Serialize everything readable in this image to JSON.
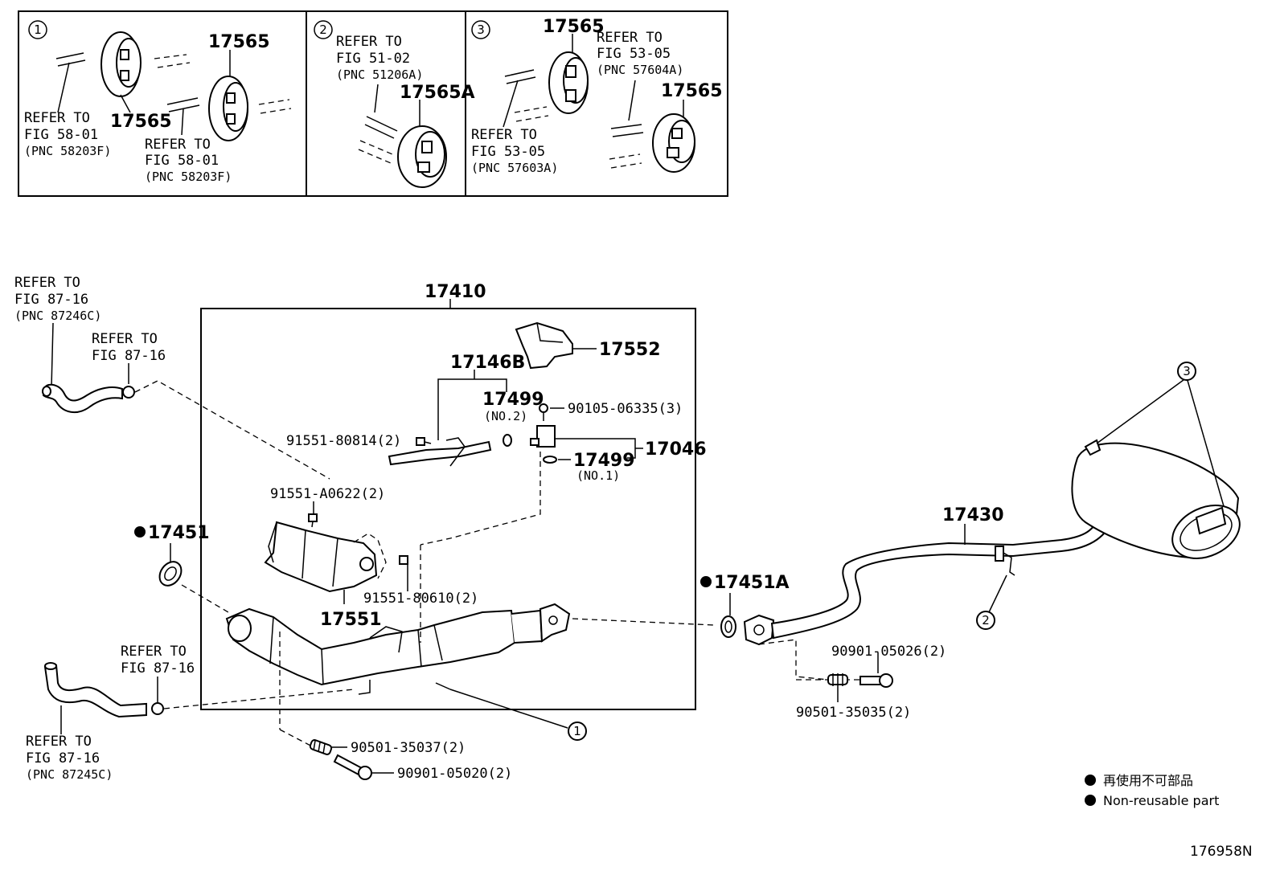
{
  "diagram_id": "176958N",
  "legend": {
    "jp": "再使用不可部品",
    "en": "Non-reusable part"
  },
  "insets": [
    {
      "num": "1",
      "part_a": "17565",
      "part_b": "17565",
      "ref_a": {
        "l1": "REFER TO",
        "l2": "FIG 58-01",
        "l3": "(PNC 58203F)"
      },
      "ref_b": {
        "l1": "REFER TO",
        "l2": "FIG 58-01",
        "l3": "(PNC 58203F)"
      }
    },
    {
      "num": "2",
      "part_a": "17565A",
      "ref_a": {
        "l1": "REFER TO",
        "l2": "FIG 51-02",
        "l3": "(PNC 51206A)"
      }
    },
    {
      "num": "3",
      "part_a": "17565",
      "part_b": "17565",
      "ref_a": {
        "l1": "REFER TO",
        "l2": "FIG 53-05",
        "l3": "(PNC 57604A)"
      },
      "ref_b": {
        "l1": "REFER TO",
        "l2": "FIG 53-05",
        "l3": "(PNC 57603A)"
      }
    }
  ],
  "refs": {
    "top_left_a": {
      "l1": "REFER TO",
      "l2": "FIG 87-16",
      "l3": "(PNC 87246C)"
    },
    "top_left_b": {
      "l1": "REFER TO",
      "l2": "FIG 87-16"
    },
    "bottom_left_a": {
      "l1": "REFER TO",
      "l2": "FIG 87-16"
    },
    "bottom_left_b": {
      "l1": "REFER TO",
      "l2": "FIG 87-16",
      "l3": "(PNC 87245C)"
    }
  },
  "parts": {
    "assembly": "17410",
    "p17552": "17552",
    "p17146B": "17146B",
    "p17499_no2": "17499",
    "p17499_no2_note": "(NO.2)",
    "p90105": "90105-06335(3)",
    "p91551_80814": "91551-80814(2)",
    "p17046": "17046",
    "p17499_no1": "17499",
    "p17499_no1_note": "(NO.1)",
    "p91551_A0622": "91551-A0622(2)",
    "p17451": "17451",
    "p91551_80610": "91551-80610(2)",
    "p17551": "17551",
    "p17451A": "17451A",
    "p90501_35037": "90501-35037(2)",
    "p90901_05020": "90901-05020(2)",
    "p17430": "17430",
    "p90901_05026": "90901-05026(2)",
    "p90501_35035": "90501-35035(2)",
    "call_1": "1",
    "call_2": "2",
    "call_3": "3"
  }
}
